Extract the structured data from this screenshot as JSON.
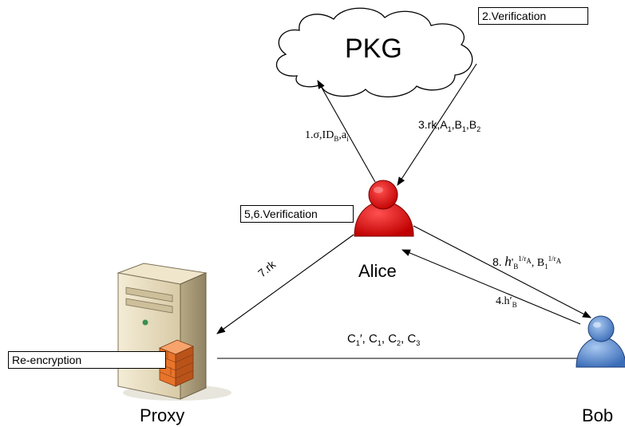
{
  "pkg": {
    "label": "PKG"
  },
  "boxes": {
    "pkg_verification": "2.Verification",
    "alice_verification": "5,6.Verification",
    "proxy_reencryption": "Re-encryption"
  },
  "nodes": {
    "alice": "Alice",
    "proxy": "Proxy",
    "bob": "Bob"
  },
  "edges": {
    "step1": {
      "num": "1.",
      "sigma": "σ,",
      "id": "ID",
      "id_sub": "B",
      "sep": ",a",
      "a_sub": "i"
    },
    "step3": {
      "text": "3.rk,A",
      "s1": "1",
      "b": ",B",
      "s2": "1",
      "b2": ",B",
      "s3": "2"
    },
    "step7": "7.rk",
    "step4": {
      "num": "4.h",
      "prime": "′",
      "sub": "B"
    },
    "step8": {
      "num": "8.",
      "h": "h",
      "prime": "'",
      "sub": "B",
      "sup": "1/r",
      "supsub": "A",
      "sep": ", B",
      "bsub": "1",
      "bsup": "1/r",
      "bsupsub": "A"
    },
    "ciphertext": {
      "c1p": "C",
      "c1p_sub": "1",
      "prime": "′",
      "rest1": ", C",
      "s1": "1",
      "rest2": ", C",
      "s2": "2",
      "rest3": ", C",
      "s3": "3"
    }
  },
  "colors": {
    "alice": "#e8141c",
    "bob": "#5b8fd4",
    "server": "#e6dcc2",
    "firewall": "#e8742a"
  }
}
